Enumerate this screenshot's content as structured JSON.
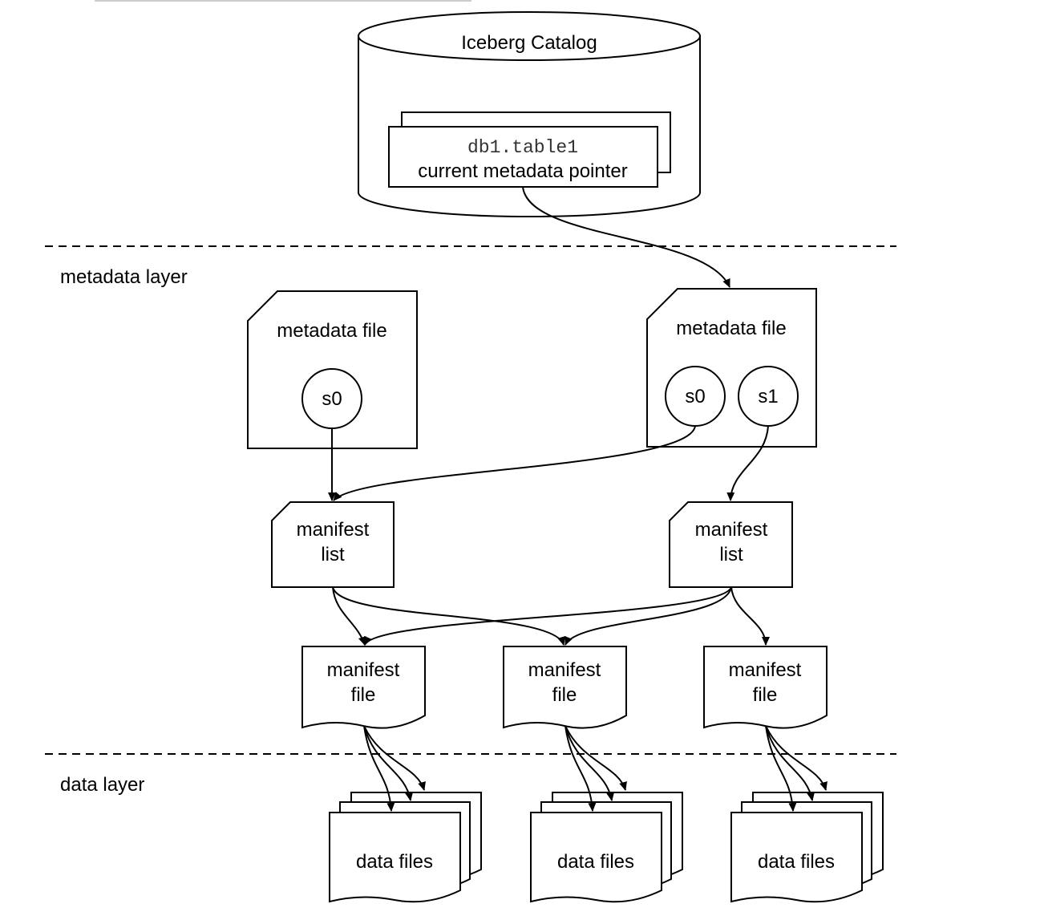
{
  "catalog": {
    "title": "Iceberg Catalog",
    "table_name": "db1.table1",
    "pointer_label": "current metadata pointer"
  },
  "layers": {
    "metadata": "metadata layer",
    "data": "data layer"
  },
  "metadata_files": [
    {
      "label": "metadata file",
      "snapshots": [
        "s0"
      ]
    },
    {
      "label": "metadata file",
      "snapshots": [
        "s0",
        "s1"
      ]
    }
  ],
  "manifest_lists": [
    {
      "line1": "manifest",
      "line2": "list"
    },
    {
      "line1": "manifest",
      "line2": "list"
    }
  ],
  "manifest_files": [
    {
      "line1": "manifest",
      "line2": "file"
    },
    {
      "line1": "manifest",
      "line2": "file"
    },
    {
      "line1": "manifest",
      "line2": "file"
    }
  ],
  "data_files": [
    {
      "label": "data files"
    },
    {
      "label": "data files"
    },
    {
      "label": "data files"
    }
  ]
}
